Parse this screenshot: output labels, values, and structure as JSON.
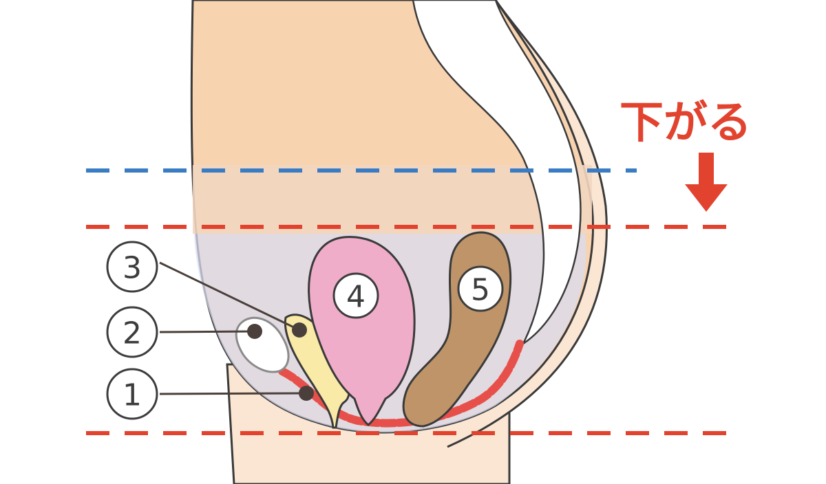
{
  "caption": "下がる",
  "labels": [
    {
      "id": "1",
      "text": "1"
    },
    {
      "id": "2",
      "text": "2"
    },
    {
      "id": "3",
      "text": "3"
    },
    {
      "id": "4",
      "text": "4"
    },
    {
      "id": "5",
      "text": "5"
    }
  ],
  "colors": {
    "skin": "#f8d3b0",
    "skin_light": "#fbe6d3",
    "pelvis_band": "#f2d6c0",
    "pelvic_floor_tint": "#d9dcf0",
    "muscle": "#e7504a",
    "bladder": "#ffffff",
    "urethra": "#faeaa7",
    "uterus": "#f0adc9",
    "rectum": "#bf9468",
    "outline": "#3a3a3a",
    "dash_blue": "#3a7cc4",
    "dash_red": "#e2432f",
    "caption": "#e2432f"
  },
  "icons": {
    "arrow": "down-arrow-icon"
  }
}
